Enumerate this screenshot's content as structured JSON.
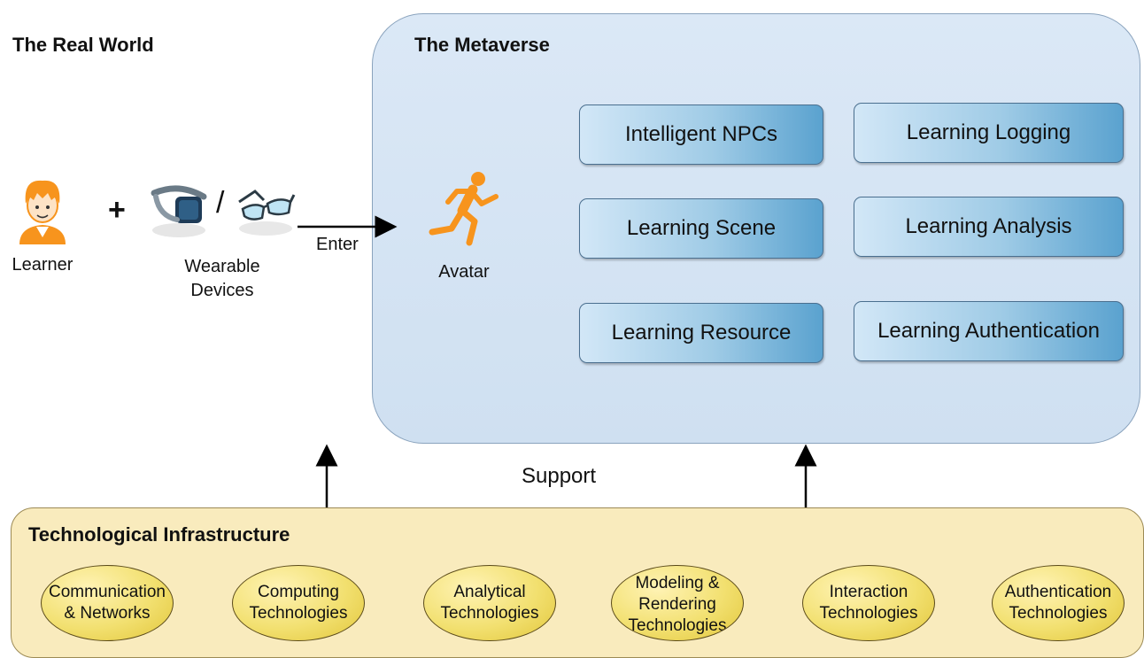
{
  "real_world": {
    "title": "The Real World",
    "learner_label": "Learner",
    "plus": "+",
    "slash": "/",
    "devices_label": "Wearable Devices",
    "enter_label": "Enter"
  },
  "metaverse": {
    "title": "The Metaverse",
    "avatar_label": "Avatar",
    "modules": [
      "Intelligent NPCs",
      "Learning Logging",
      "Learning Scene",
      "Learning Analysis",
      "Learning Resource",
      "Learning Authentication"
    ]
  },
  "support_label": "Support",
  "infrastructure": {
    "title": "Technological Infrastructure",
    "items": [
      "Communication & Networks",
      "Computing Technologies",
      "Analytical Technologies",
      "Modeling & Rendering Technologies",
      "Interaction Technologies",
      "Authentication Technologies"
    ]
  },
  "icons": {
    "learner": "learner-icon",
    "vr_headset": "vr-headset-icon",
    "glasses": "glasses-icon",
    "avatar": "running-avatar-icon"
  },
  "colors": {
    "avatar_orange": "#f7941d",
    "metaverse_bg": "#d6e5f4",
    "module_blue": "#5aa2cf",
    "infra_bg": "#f9ebbd",
    "oval_yellow": "#f2e070"
  }
}
